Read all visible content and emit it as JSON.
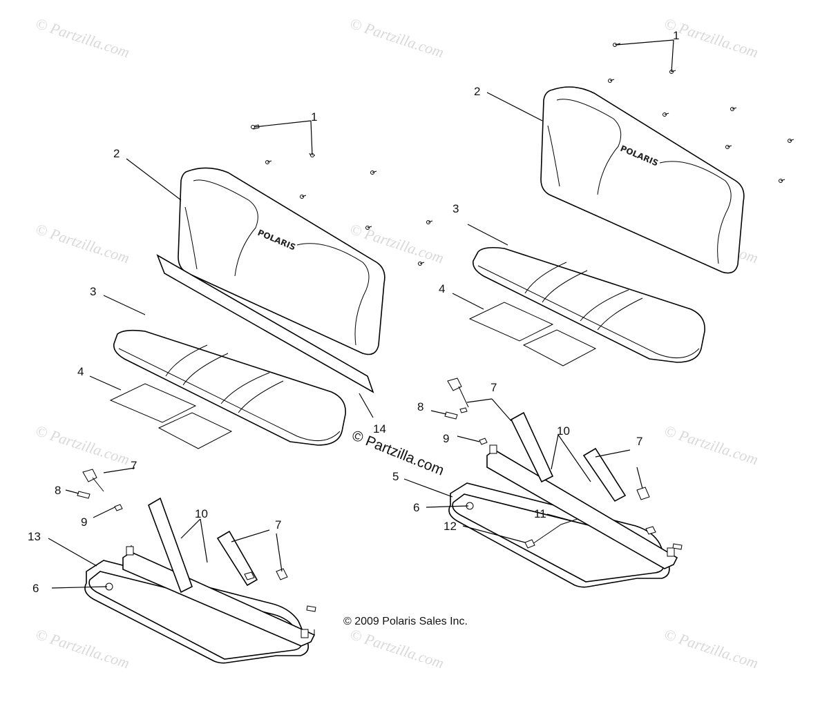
{
  "watermark": {
    "text": "© Partzilla.com",
    "center_text": "© Partzilla.com"
  },
  "copyright": "© 2009 Polaris Sales Inc.",
  "brand_logo": "POLARIS",
  "callouts": {
    "left": {
      "c1": "1",
      "c2": "2",
      "c3": "3",
      "c4": "4",
      "c14": "14",
      "c7a": "7",
      "c8": "8",
      "c9": "9",
      "c10": "10",
      "c7b": "7",
      "c13": "13",
      "c6": "6"
    },
    "right": {
      "c1": "1",
      "c2": "2",
      "c3": "3",
      "c4": "4",
      "c7a": "7",
      "c8": "8",
      "c9": "9",
      "c10": "10",
      "c7b": "7",
      "c5": "5",
      "c6": "6",
      "c11": "11",
      "c12": "12"
    }
  },
  "colors": {
    "line": "#000000",
    "watermark": "#d9d9d9",
    "background": "#ffffff"
  }
}
